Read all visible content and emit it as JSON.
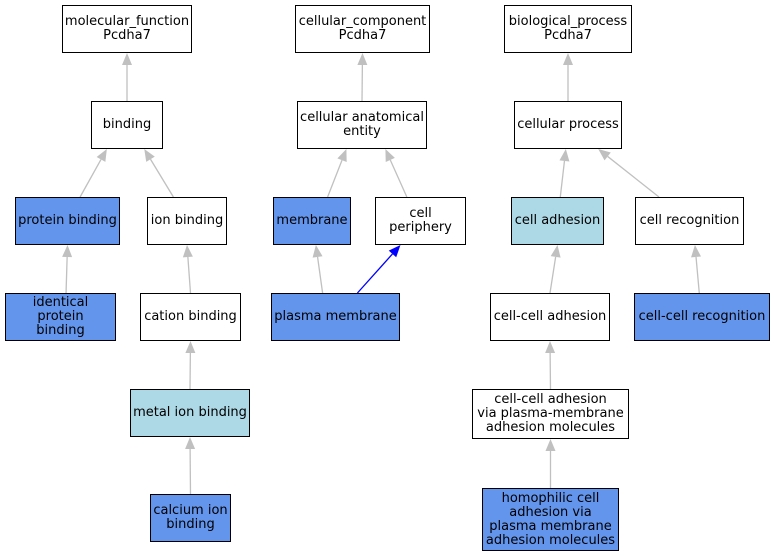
{
  "colors": {
    "default_fill": "#ffffff",
    "highlight_fill": "#6495ed",
    "secondary_fill": "#add8e6",
    "edge_gray": "#c0c0c0",
    "edge_blue": "#0000ff"
  },
  "nodes": {
    "molecular_function": {
      "label": "molecular_function\nPcdha7",
      "fill": "default"
    },
    "binding": {
      "label": "binding",
      "fill": "default"
    },
    "protein_binding": {
      "label": "protein binding",
      "fill": "blue"
    },
    "ion_binding": {
      "label": "ion binding",
      "fill": "default"
    },
    "identical_protein_binding": {
      "label": "identical protein\nbinding",
      "fill": "blue"
    },
    "cation_binding": {
      "label": "cation binding",
      "fill": "default"
    },
    "metal_ion_binding": {
      "label": "metal ion binding",
      "fill": "light"
    },
    "calcium_ion_binding": {
      "label": "calcium ion\nbinding",
      "fill": "blue"
    },
    "cellular_component": {
      "label": "cellular_component\nPcdha7",
      "fill": "default"
    },
    "cellular_anatomical_entity": {
      "label": "cellular anatomical\nentity",
      "fill": "default"
    },
    "membrane": {
      "label": "membrane",
      "fill": "blue"
    },
    "cell_periphery": {
      "label": "cell periphery",
      "fill": "default"
    },
    "plasma_membrane": {
      "label": "plasma membrane",
      "fill": "blue"
    },
    "biological_process": {
      "label": "biological_process\nPcdha7",
      "fill": "default"
    },
    "cellular_process": {
      "label": "cellular process",
      "fill": "default"
    },
    "cell_adhesion": {
      "label": "cell adhesion",
      "fill": "light"
    },
    "cell_recognition": {
      "label": "cell recognition",
      "fill": "default"
    },
    "cell_cell_adhesion": {
      "label": "cell-cell adhesion",
      "fill": "default"
    },
    "cell_cell_recognition": {
      "label": "cell-cell recognition",
      "fill": "blue"
    },
    "cell_cell_adhesion_pm": {
      "label": "cell-cell adhesion\nvia plasma-membrane\nadhesion molecules",
      "fill": "default"
    },
    "homophilic": {
      "label": "homophilic cell\nadhesion via\nplasma membrane\nadhesion molecules",
      "fill": "blue"
    }
  },
  "edges": [
    {
      "from": "binding",
      "to": "molecular_function",
      "color": "gray"
    },
    {
      "from": "protein_binding",
      "to": "binding",
      "color": "gray"
    },
    {
      "from": "ion_binding",
      "to": "binding",
      "color": "gray"
    },
    {
      "from": "identical_protein_binding",
      "to": "protein_binding",
      "color": "gray"
    },
    {
      "from": "cation_binding",
      "to": "ion_binding",
      "color": "gray"
    },
    {
      "from": "metal_ion_binding",
      "to": "cation_binding",
      "color": "gray"
    },
    {
      "from": "calcium_ion_binding",
      "to": "metal_ion_binding",
      "color": "gray"
    },
    {
      "from": "cellular_anatomical_entity",
      "to": "cellular_component",
      "color": "gray"
    },
    {
      "from": "membrane",
      "to": "cellular_anatomical_entity",
      "color": "gray"
    },
    {
      "from": "cell_periphery",
      "to": "cellular_anatomical_entity",
      "color": "gray"
    },
    {
      "from": "plasma_membrane",
      "to": "membrane",
      "color": "gray"
    },
    {
      "from": "plasma_membrane",
      "to": "cell_periphery",
      "color": "blue"
    },
    {
      "from": "cellular_process",
      "to": "biological_process",
      "color": "gray"
    },
    {
      "from": "cell_adhesion",
      "to": "cellular_process",
      "color": "gray"
    },
    {
      "from": "cell_recognition",
      "to": "cellular_process",
      "color": "gray"
    },
    {
      "from": "cell_cell_adhesion",
      "to": "cell_adhesion",
      "color": "gray"
    },
    {
      "from": "cell_cell_recognition",
      "to": "cell_recognition",
      "color": "gray"
    },
    {
      "from": "cell_cell_adhesion_pm",
      "to": "cell_cell_adhesion",
      "color": "gray"
    },
    {
      "from": "homophilic",
      "to": "cell_cell_adhesion_pm",
      "color": "gray"
    }
  ]
}
